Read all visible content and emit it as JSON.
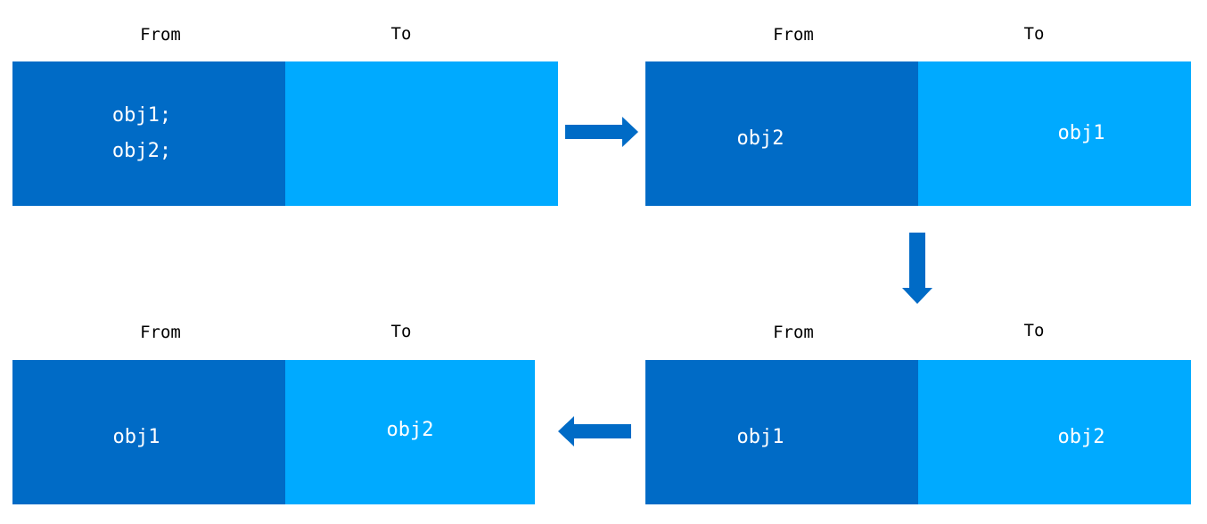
{
  "colors": {
    "from_box": "#006bc6",
    "to_box": "#00aaff",
    "arrow": "#006bc6"
  },
  "panels": [
    {
      "from_label": "From",
      "to_label": "To",
      "from_items": [
        "obj1;",
        "obj2;"
      ],
      "to_items": []
    },
    {
      "from_label": "From",
      "to_label": "To",
      "from_items": [
        "obj2"
      ],
      "to_items": [
        "obj1"
      ]
    },
    {
      "from_label": "From",
      "to_label": "To",
      "from_items": [
        "obj1"
      ],
      "to_items": [
        "obj2"
      ]
    },
    {
      "from_label": "From",
      "to_label": "To",
      "from_items": [
        "obj1"
      ],
      "to_items": [
        "obj2"
      ]
    }
  ],
  "arrows": [
    {
      "direction": "right"
    },
    {
      "direction": "down"
    },
    {
      "direction": "left"
    }
  ]
}
